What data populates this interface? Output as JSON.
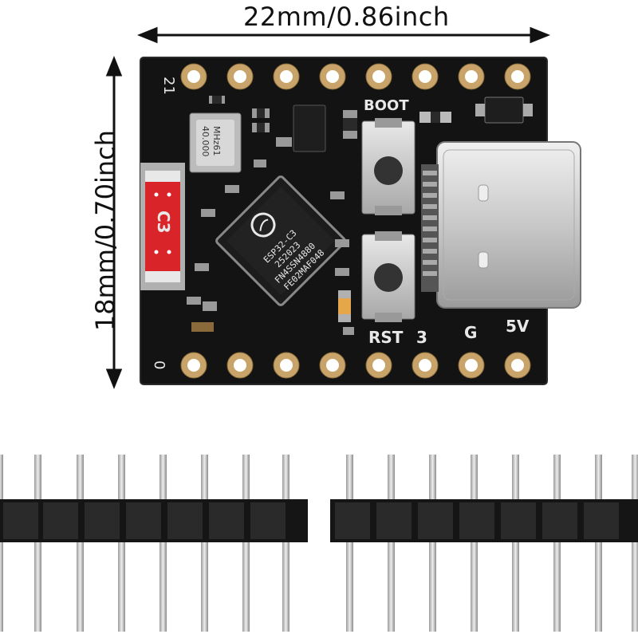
{
  "dimensions": {
    "width_label": "22mm/0.86inch",
    "height_label": "18mm/0.70inch"
  },
  "board": {
    "silkscreen": {
      "pin_top_left": "21",
      "pin_bottom_left": "0",
      "boot_label": "BOOT",
      "rst_label": "RST",
      "pin_3": "3",
      "gnd_label": "G",
      "vcc_label": "5V",
      "chip_badge": "C3"
    },
    "crystal_text": [
      "40.000",
      "MHz61"
    ],
    "chip_text": [
      "ESP32-C3",
      "252023",
      "FN4SSN4880",
      "FE02MAF048"
    ],
    "colors": {
      "pcb": "#131313",
      "gold": "#c9a46a",
      "antenna_red": "#d9252a",
      "usb_silver": "#d4d4d4"
    }
  },
  "header_pins": {
    "left_strip_count": 8,
    "right_strip_count": 8
  }
}
